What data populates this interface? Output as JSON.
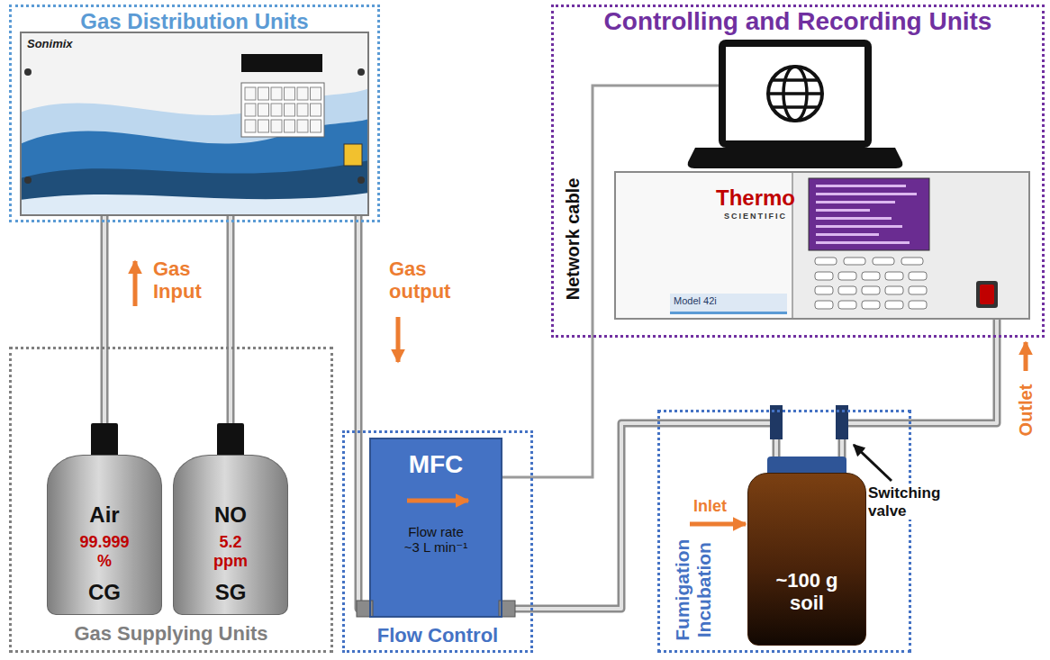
{
  "diagram": {
    "nodes": [
      {
        "text": [
          "Gas Distribution Units"
        ]
      },
      {
        "text": [
          "Sonimix"
        ],
        "in": 0
      },
      {
        "text": [
          "Controlling and Recording Units"
        ]
      },
      {
        "text": [
          "Thermo",
          "SCIENTIFIC",
          "Model 42i"
        ],
        "in": 2
      },
      {
        "text": [
          "Gas Supplying Units"
        ]
      },
      {
        "text": [
          "Air",
          "99.999 %",
          "CG"
        ],
        "in": 4
      },
      {
        "text": [
          "NO",
          "5.2 ppm",
          "SG"
        ],
        "in": 4
      },
      {
        "text": [
          "Flow Control"
        ]
      },
      {
        "text": [
          "MFC",
          "Flow rate ~3 L min⁻¹"
        ],
        "in": 7
      },
      {
        "text": [
          "Fumigation Incubation"
        ]
      },
      {
        "text": [
          "~100 g soil"
        ],
        "in": 9
      }
    ],
    "edges": [
      {
        "from": 5,
        "to": 1,
        "arrow": "none"
      },
      {
        "from": 6,
        "to": 1,
        "arrow": "none"
      },
      {
        "from": 1,
        "to": 8,
        "arrow": "none"
      },
      {
        "from": 8,
        "to": 10,
        "arrow": "none"
      },
      {
        "from": 10,
        "to": 3,
        "arrow": "none"
      }
    ],
    "labels": [
      "Gas Input",
      "Gas output",
      "Network cable",
      "Inlet",
      "Switching valve",
      "Outlet"
    ]
  }
}
